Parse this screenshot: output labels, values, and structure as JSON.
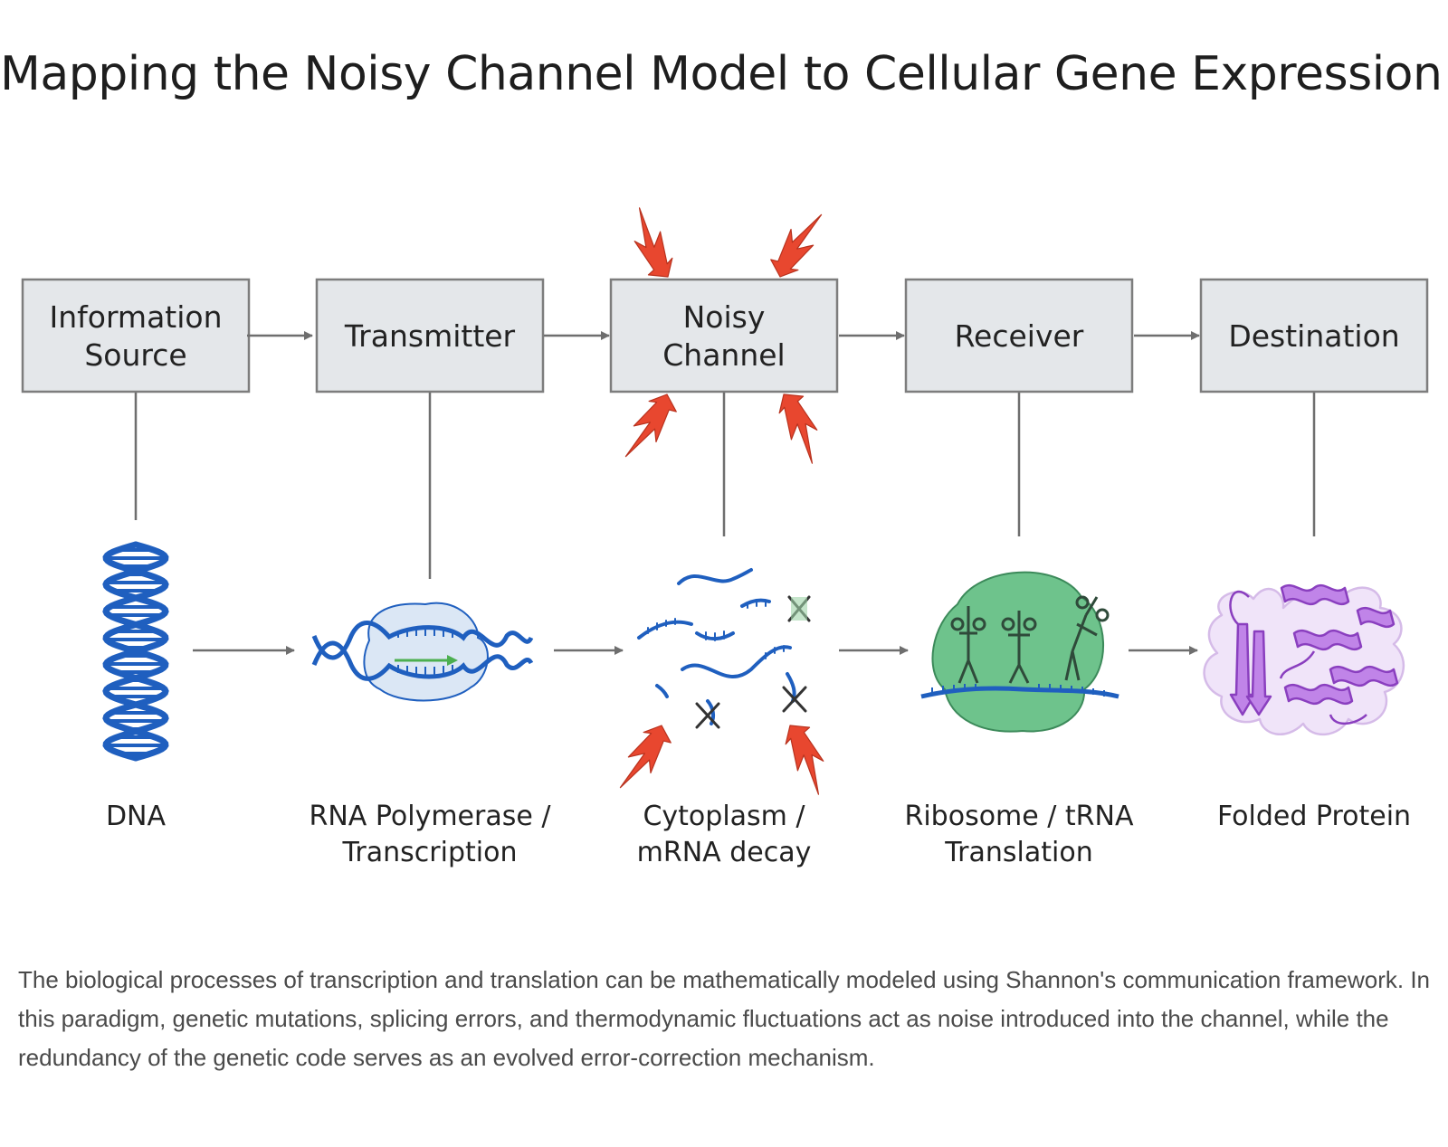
{
  "title": "Mapping the Noisy Channel Model to Cellular Gene Expression",
  "colors": {
    "box_fill": "#e4e7ea",
    "box_stroke": "#7d7d7d",
    "connector": "#6e6e6e",
    "noise": "#e8472f",
    "dna_blue": "#1f5fbf",
    "ribosome_green": "#6ec38c",
    "protein_purple": "#b46ee0"
  },
  "stages": [
    {
      "box_lines": [
        "Information",
        "Source"
      ],
      "component_lines": [
        "DNA"
      ],
      "icon": "dna-double-helix-icon"
    },
    {
      "box_lines": [
        "Transmitter"
      ],
      "component_lines": [
        "RNA Polymerase /",
        "Transcription"
      ],
      "icon": "rna-polymerase-icon"
    },
    {
      "box_lines": [
        "Noisy",
        "Channel"
      ],
      "component_lines": [
        "Cytoplasm /",
        "mRNA decay"
      ],
      "icon": "mrna-decay-icon"
    },
    {
      "box_lines": [
        "Receiver"
      ],
      "component_lines": [
        "Ribosome / tRNA",
        "Translation"
      ],
      "icon": "ribosome-icon"
    },
    {
      "box_lines": [
        "Destination"
      ],
      "component_lines": [
        "Folded Protein"
      ],
      "icon": "folded-protein-icon"
    }
  ],
  "caption": "The biological processes of transcription and translation can be mathematically modeled using Shannon's communication framework. In this paradigm, genetic mutations, splicing errors, and thermodynamic fluctuations act as noise introduced into the channel, while the redundancy of the genetic code serves as an evolved error-correction mechanism."
}
